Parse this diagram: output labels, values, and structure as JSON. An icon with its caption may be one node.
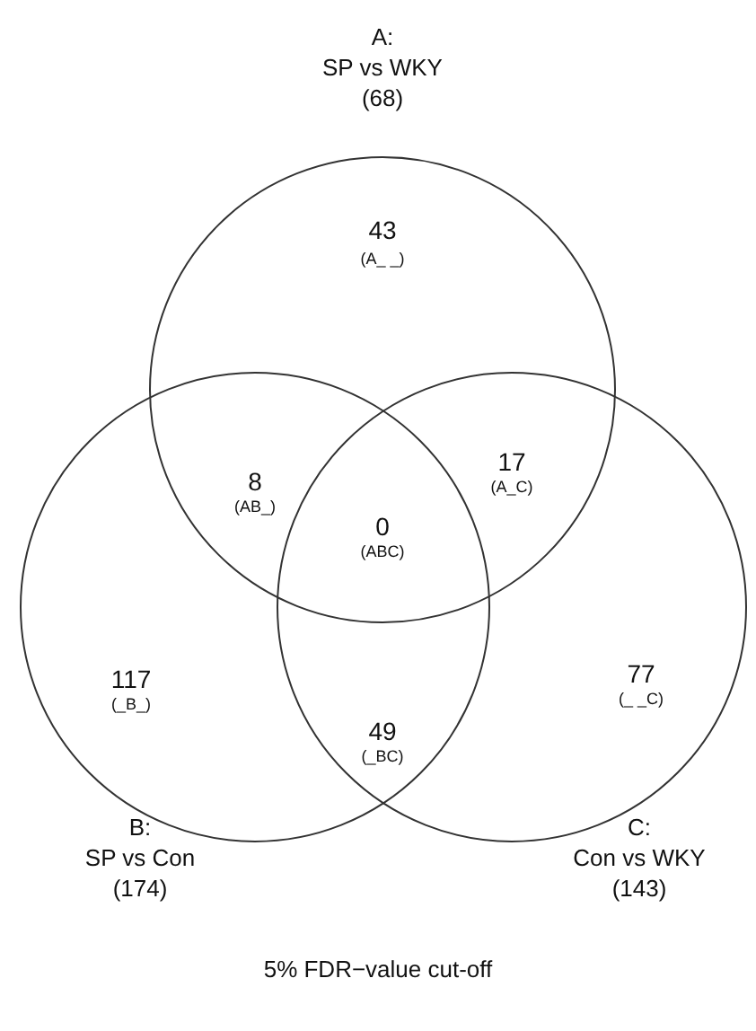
{
  "diagram": {
    "caption": "5% FDR−value cut-off",
    "nodes": [
      {
        "text": [
          "A:",
          "SP vs WKY",
          "(68)"
        ]
      },
      {
        "text": [
          "B:",
          "SP vs Con",
          "(174)"
        ]
      },
      {
        "text": [
          "C:",
          "Con vs WKY",
          "(143)"
        ]
      }
    ],
    "edges": [],
    "labels": [
      "43",
      "(A_ _)",
      "8",
      "(AB_)",
      "17",
      "(A_C)",
      "0",
      "(ABC)",
      "117",
      "(_B_)",
      "77",
      "(_ _C)",
      "49",
      "(_BC)"
    ]
  }
}
